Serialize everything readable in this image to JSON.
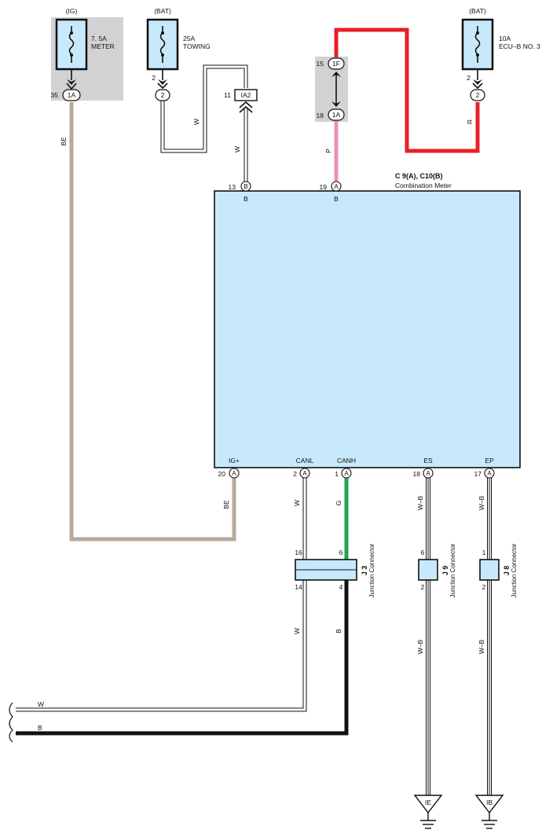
{
  "fuses": {
    "meter": {
      "source": "(IG)",
      "rating": "7. 5A",
      "name": "METER",
      "pin": "35",
      "conn": "1A"
    },
    "towing": {
      "source": "(BAT)",
      "rating": "25A",
      "name": "TOWING",
      "pin": "2",
      "conn": "2"
    },
    "ecub": {
      "source": "(BAT)",
      "rating": "10A",
      "name": "ECU–B NO. 3",
      "pin": "2",
      "conn": "2"
    }
  },
  "inline_connectors": {
    "ia2": {
      "pin": "11",
      "conn": "IA2"
    },
    "top": {
      "pin": "15",
      "conn": "1F"
    },
    "bottom": {
      "pin": "18",
      "conn": "1A"
    }
  },
  "meter": {
    "id": "C 9(A), C10(B)",
    "name": "Combination Meter",
    "top_pins": [
      {
        "num": "13",
        "conn": "B",
        "label": "B"
      },
      {
        "num": "19",
        "conn": "A",
        "label": "B"
      }
    ],
    "bottom_pins": [
      {
        "num": "20",
        "conn": "A",
        "label": "IG+"
      },
      {
        "num": "2",
        "conn": "A",
        "label": "CANL"
      },
      {
        "num": "1",
        "conn": "A",
        "label": "CANH"
      },
      {
        "num": "18",
        "conn": "A",
        "label": "ES"
      },
      {
        "num": "17",
        "conn": "A",
        "label": "EP"
      }
    ]
  },
  "wire_colors": {
    "be_top": "BE",
    "w_towing": "W",
    "w_ia2": "W",
    "p": "P",
    "r": "R",
    "be_ig": "BE",
    "w_canl": "W",
    "g_canh": "G",
    "wb_es": "W–B",
    "wb_ep": "W–B",
    "w_j3": "W",
    "b_j3": "B",
    "wb_j9": "W–B",
    "wb_j8": "W–B",
    "w_left": "W",
    "b_left": "B"
  },
  "junctions": {
    "j3": {
      "id": "J 3",
      "name": "Junction Connector",
      "pins": [
        "16",
        "6",
        "14",
        "4"
      ]
    },
    "j9": {
      "id": "J 9",
      "name": "Junction Connector",
      "pins": [
        "6",
        "2"
      ]
    },
    "j8": {
      "id": "J 8",
      "name": "Junction Connector",
      "pins": [
        "1",
        "2"
      ]
    }
  },
  "grounds": {
    "ie": "IE",
    "ib": "IB"
  },
  "colors": {
    "be": "#b8a99a",
    "red": "#e8202a",
    "pink": "#e891bf",
    "green": "#1fa54f",
    "black": "#111111",
    "box": "#c8e9fb",
    "shade": "#d2d2d4"
  }
}
